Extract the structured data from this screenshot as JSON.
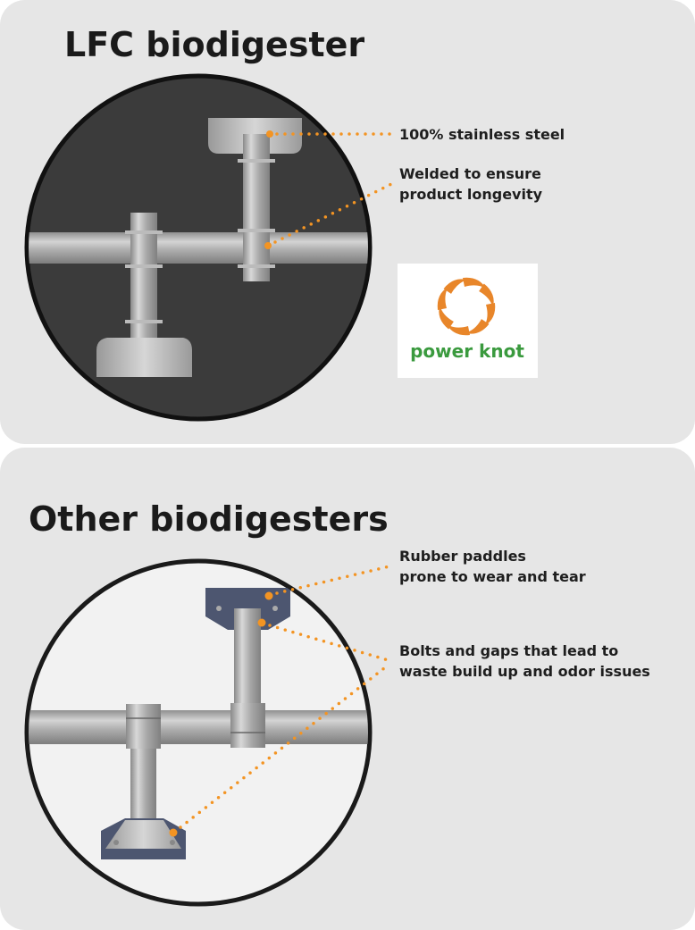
{
  "top_section": {
    "title": "LFC biodigester",
    "callouts": [
      "100% stainless steel",
      "Welded to ensure",
      "product longevity"
    ],
    "logo_text": "power knot"
  },
  "bottom_section": {
    "title": "Other biodigesters",
    "callouts": [
      "Rubber paddles",
      "prone to wear and tear",
      "Bolts and gaps that lead to",
      "waste build up and odor issues"
    ]
  },
  "colors": {
    "accent": "#f39423",
    "brand_green": "#3a9a3e",
    "paddle_navy": "#4d5670"
  }
}
